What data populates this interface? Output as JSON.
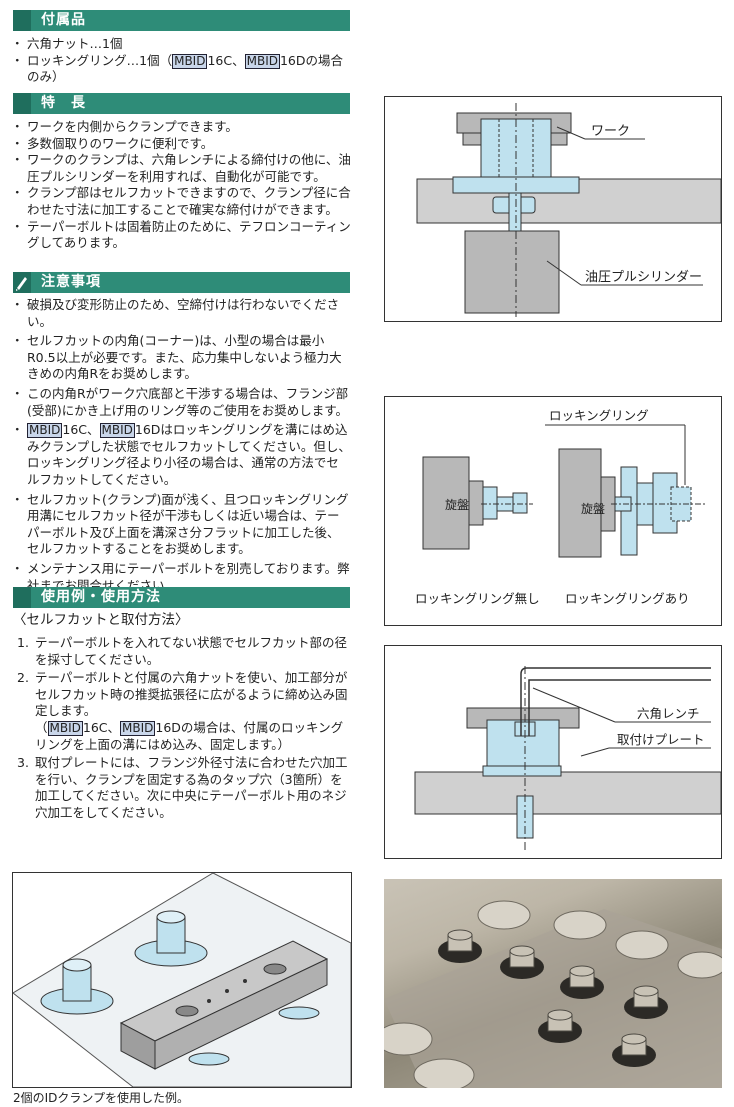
{
  "sections": {
    "accessories": {
      "title": "付属品",
      "items": [
        "六角ナット…1個"
      ],
      "ring_prefix": "ロッキングリング…1個（",
      "ring_tag1": "MBID",
      "ring_mid": "16C、",
      "ring_tag2": "MBID",
      "ring_suffix": "16Dの場合",
      "ring_suffix2": "のみ）"
    },
    "features": {
      "title": "特　長",
      "items": [
        "ワークを内側からクランプできます。",
        "多数個取りのワークに便利です。",
        "ワークのクランプは、六角レンチによる締付けの他に、油圧プルシリンダーを利用すれば、自動化が可能です。",
        "クランプ部はセルフカットできますので、クランプ径に合わせた寸法に加工することで確実な締付けができます。",
        "テーパーボルトは固着防止のために、テフロンコーティングしてあります。"
      ]
    },
    "cautions": {
      "title": "注意事項",
      "items": [
        "破損及び変形防止のため、空締付けは行わないでください。",
        "セルフカットの内角(コーナー)は、小型の場合は最小R0.5以上が必要です。また、応力集中しないよう極力大きめの内角Rをお奨めします。",
        "この内角Rがワーク穴底部と干渉する場合は、フランジ部(受部)にかき上げ用のリング等のご使用をお奨めします。"
      ],
      "item4_tag1": "MBID",
      "item4_mid": "16C、",
      "item4_tag2": "MBID",
      "item4_rest": "16Dはロッキングリングを溝にはめ込みクランプした状態でセルフカットしてください。但し、ロッキングリング径より小径の場合は、通常の方法でセルフカットしてください。",
      "items_after": [
        "セルフカット(クランプ)面が浅く、且つロッキングリング用溝にセルフカット径が干渉もしくは近い場合は、テーパーボルト及び上面を溝深さ分フラットに加工した後、セルフカットすることをお奨めします。",
        "メンテナンス用にテーパーボルトを別売しております。弊社までお問合せください。"
      ]
    },
    "usage": {
      "title": "使用例・使用方法",
      "subtitle": "〈セルフカットと取付方法〉",
      "step1_n": "1.",
      "step1": "テーパーボルトを入れてない状態でセルフカット部の径を採寸してください。",
      "step2_n": "2.",
      "step2": "テーパーボルトと付属の六角ナットを使い、加工部分がセルフカット時の推奨拡張径に広がるように締め込み固定します。",
      "step2_note_open": "（",
      "step2_tag1": "MBID",
      "step2_mid": "16C、",
      "step2_tag2": "MBID",
      "step2_note_rest": "16Dの場合は、付属のロッキングリングを上面の溝にはめ込み、固定します。）",
      "step3_n": "3.",
      "step3": "取付プレートには、フランジ外径寸法に合わせた穴加工を行い、クランプを固定する為のタップ穴（3箇所）を加工してください。次に中央にテーパーボルト用のネジ穴加工をしてください。"
    }
  },
  "figures": {
    "fig1": {
      "work_label": "ワーク",
      "cylinder_label": "油圧プルシリンダー"
    },
    "fig2": {
      "ring_label": "ロッキングリング",
      "lathe_left": "旋盤",
      "lathe_right": "旋盤",
      "caption_left": "ロッキングリング無し",
      "caption_right": "ロッキングリングあり"
    },
    "fig3": {
      "wrench_label": "六角レンチ",
      "plate_label": "取付けプレート"
    },
    "fig4": {
      "caption": "2個のIDクランプを使用した例。"
    }
  },
  "colors": {
    "header": "#2e8c78",
    "part_blue": "#bfe1ee",
    "part_gray": "#b8b8b8",
    "tag_bg": "#c9d6ea"
  }
}
